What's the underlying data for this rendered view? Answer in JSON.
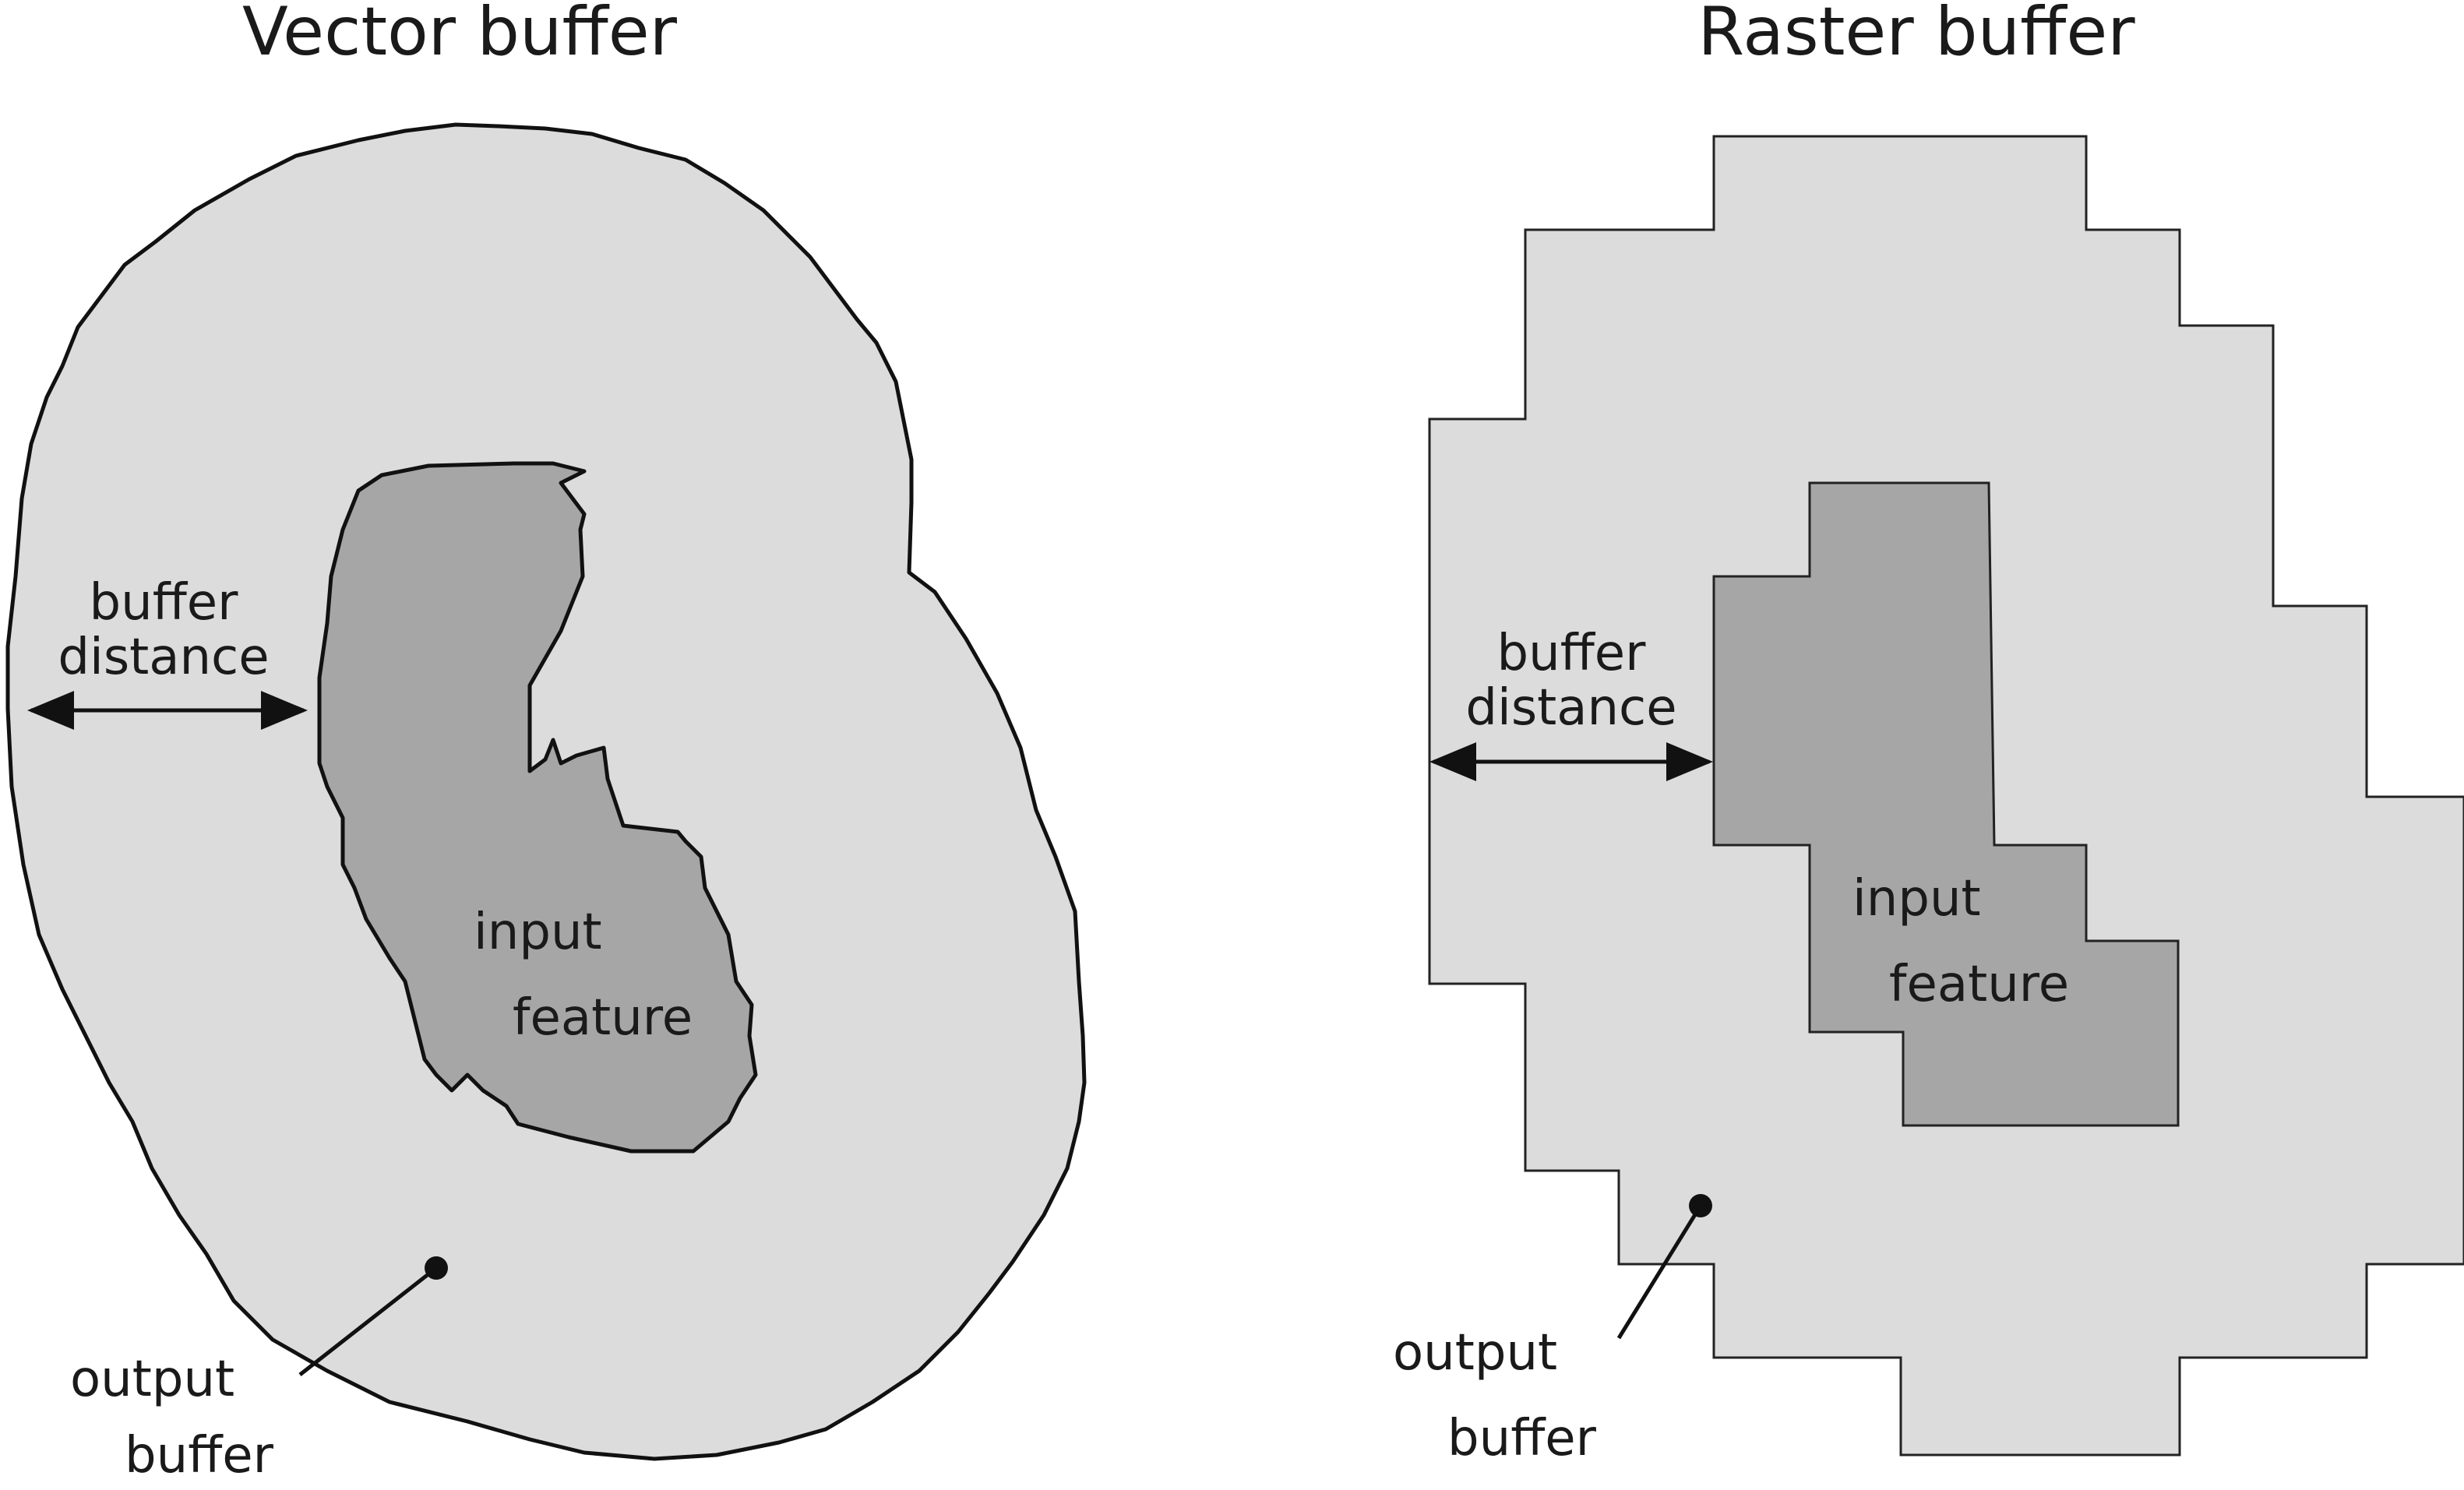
{
  "colors": {
    "output_buffer_fill": "#dcdcdc",
    "input_feature_fill": "#a6a6a6",
    "stroke": "#111111",
    "text": "#1a1a1a"
  },
  "vector_panel": {
    "title": "Vector buffer",
    "buffer_distance_line1": "buffer",
    "buffer_distance_line2": "distance",
    "input_feature_line1": "input",
    "input_feature_line2": "feature",
    "output_buffer_line1": "output",
    "output_buffer_line2": "buffer"
  },
  "raster_panel": {
    "title": "Raster buffer",
    "buffer_distance_line1": "buffer",
    "buffer_distance_line2": "distance",
    "input_feature_line1": "input",
    "input_feature_line2": "feature",
    "output_buffer_line1": "output",
    "output_buffer_line2": "buffer"
  }
}
